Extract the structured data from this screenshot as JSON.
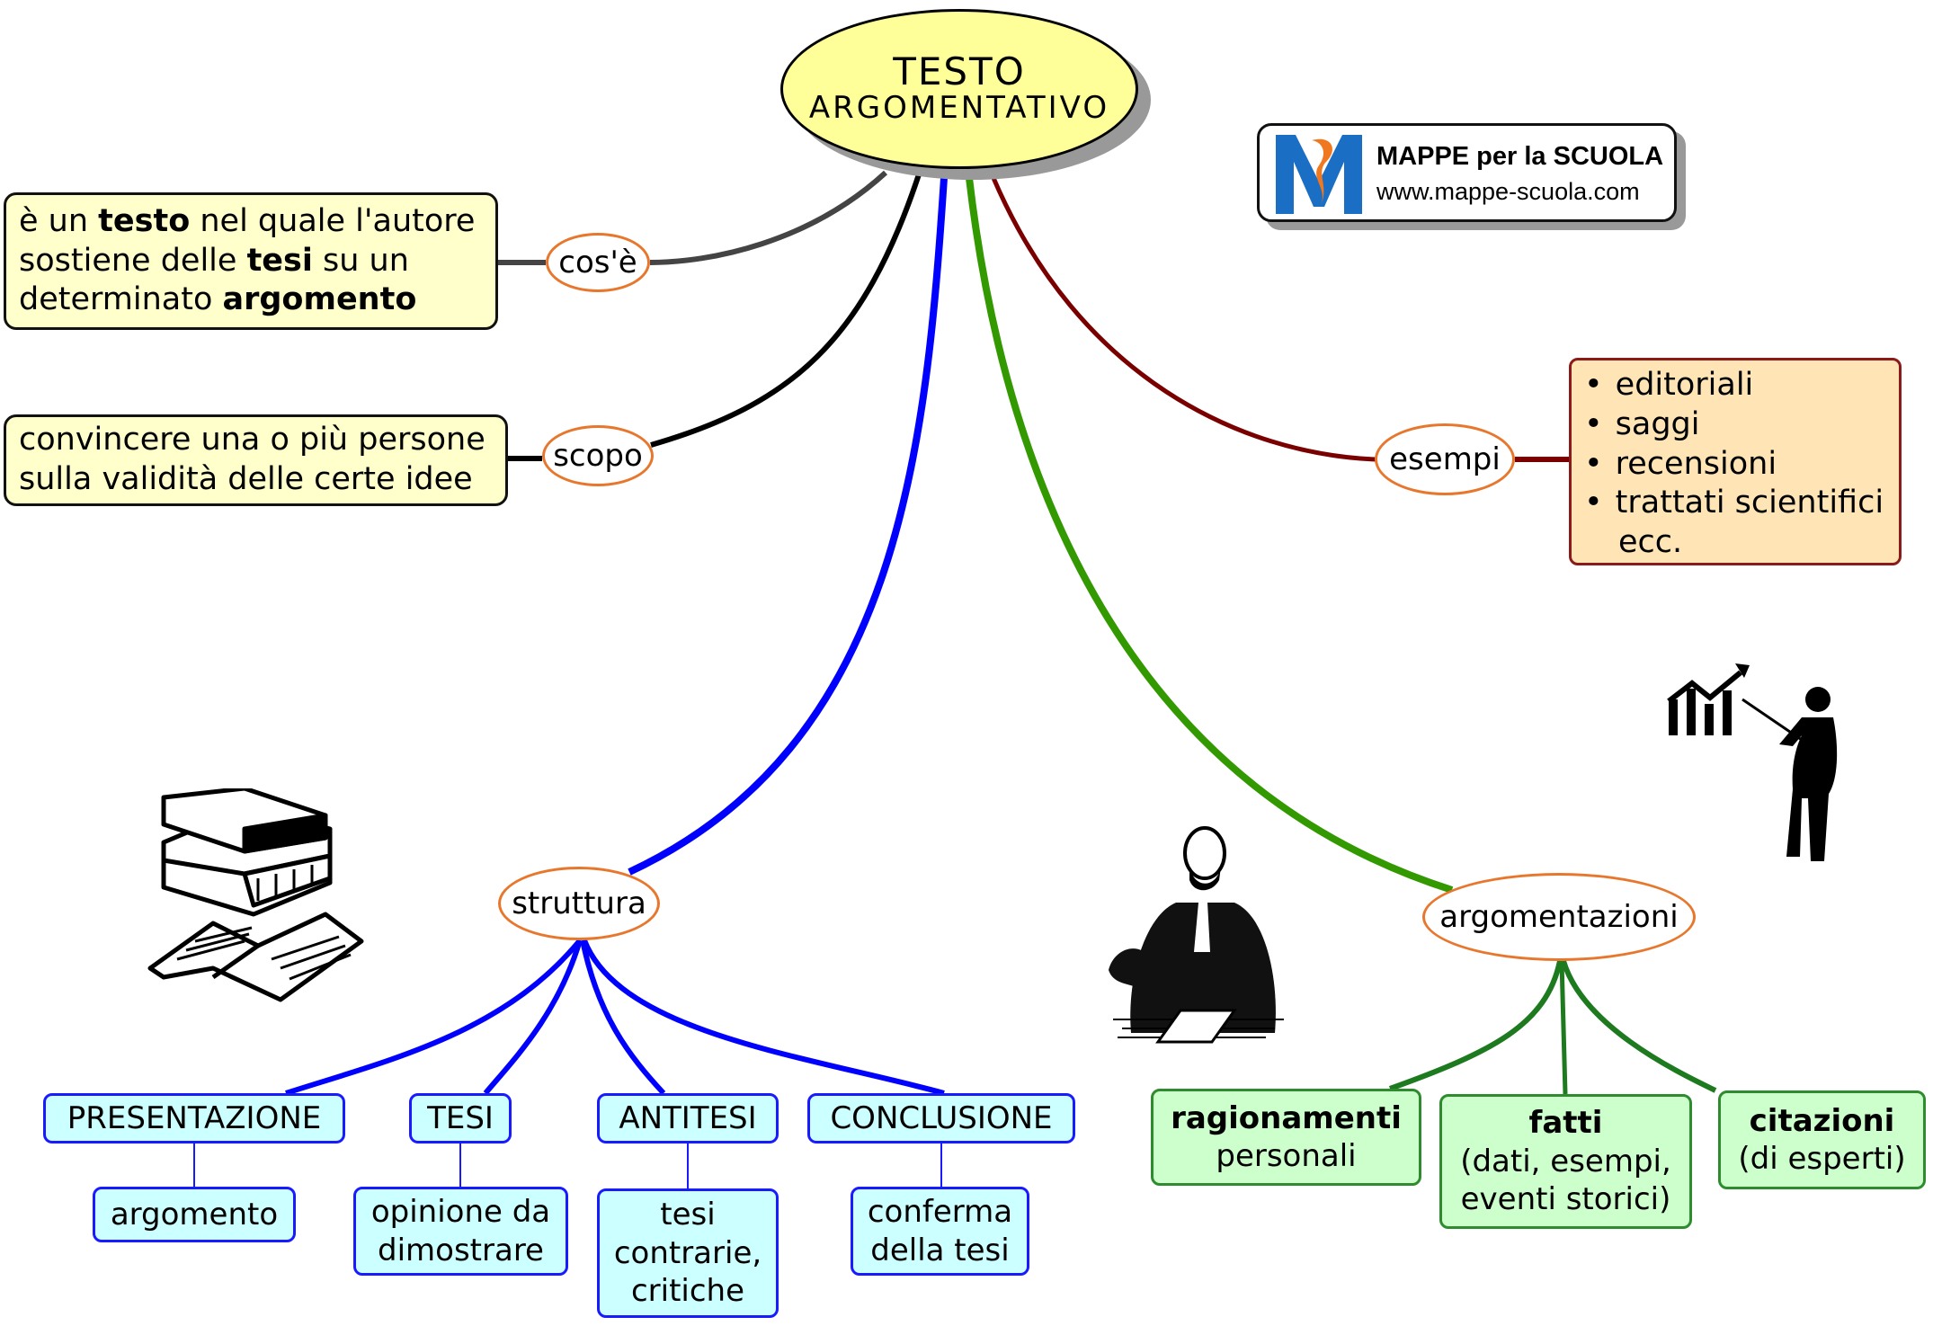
{
  "central": {
    "line1": "TESTO",
    "line2": "ARGOMENTATIVO"
  },
  "logo": {
    "title": "MAPPE per la SCUOLA",
    "url": "www.mappe-scuola.com",
    "colors": {
      "blue": "#1a6fc4",
      "orange": "#f07820"
    }
  },
  "branches": {
    "cose": {
      "label": "cos'è",
      "definition": [
        {
          "text": "è un ",
          "bold": false
        },
        {
          "text": "testo",
          "bold": true
        },
        {
          "text": " nel quale l'autore",
          "bold": false
        },
        {
          "text": "sostiene delle ",
          "bold": false
        },
        {
          "text": "tesi",
          "bold": true
        },
        {
          "text": " su un",
          "bold": false
        },
        {
          "text": "determinato ",
          "bold": false
        },
        {
          "text": "argomento",
          "bold": true
        }
      ]
    },
    "scopo": {
      "label": "scopo",
      "line1": "convincere una o più persone",
      "line2": "sulla validità delle certe idee"
    },
    "esempi": {
      "label": "esempi",
      "items": [
        "editoriali",
        "saggi",
        "recensioni",
        "trattati scientifici"
      ],
      "tail": "ecc."
    },
    "struttura": {
      "label": "struttura",
      "parts": [
        {
          "title": "PRESENTAZIONE",
          "detail": [
            "argomento"
          ]
        },
        {
          "title": "TESI",
          "detail": [
            "opinione da",
            "dimostrare"
          ]
        },
        {
          "title": "ANTITESI",
          "detail": [
            "tesi",
            "contrarie,",
            "critiche"
          ]
        },
        {
          "title": "CONCLUSIONE",
          "detail": [
            "conferma",
            "della tesi"
          ]
        }
      ]
    },
    "argomentazioni": {
      "label": "argomentazioni",
      "types": [
        {
          "title": "ragionamenti",
          "lines": [
            "personali"
          ]
        },
        {
          "title": "fatti",
          "lines": [
            "(dati, esempi,",
            "eventi storici)"
          ]
        },
        {
          "title": "citazioni",
          "lines": [
            "(di esperti)"
          ]
        }
      ]
    }
  },
  "link_colors": {
    "cose": "#444444",
    "scopo": "#000000",
    "struttura": "#0000ff",
    "argomentazioni": "#339900",
    "argomentazioni_children": "#1e7a1e",
    "esempi": "#7a0000"
  }
}
